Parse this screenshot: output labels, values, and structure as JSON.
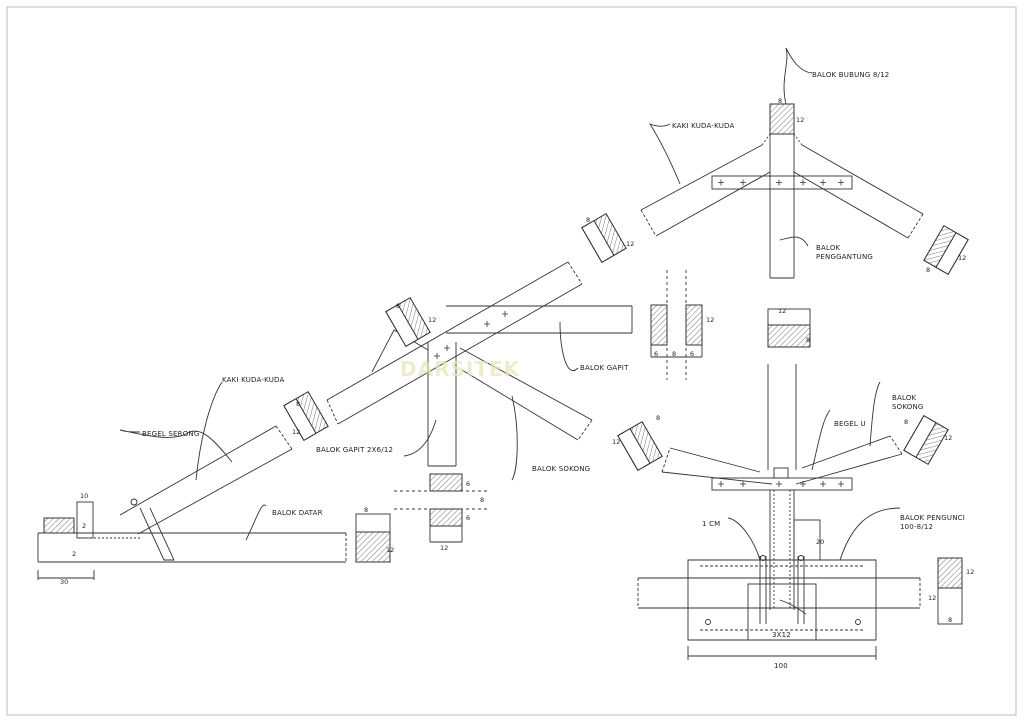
{
  "labels": {
    "balok_bubung": "BALOK BUBUNG 8/12",
    "kaki_kuda_top": "KAKI KUDA-KUDA",
    "balok_penggantung_1": "BALOK",
    "balok_penggantung_2": "PENGGANTUNG",
    "balok_gapit_mid": "BALOK GAPIT",
    "kaki_kuda_left": "KAKI KUDA-KUDA",
    "begel_serong": "BEGEL SERONG",
    "balok_gapit_2x": "BALOK GAPIT 2X6/12",
    "balok_sokong_mid": "BALOK SOKONG",
    "balok_datar": "BALOK DATAR",
    "begel_u": "BEGEL U",
    "balok_sokong_r1": "BALOK",
    "balok_sokong_r2": "SOKONG",
    "balok_pengunci_1": "BALOK PENGUNCI",
    "balok_pengunci_2": "100-8/12",
    "one_cm": "1 CM",
    "size_3x12": "3X12",
    "dim_100": "100"
  },
  "dimensions": {
    "d30": "30",
    "d10": "10",
    "d2a": "2",
    "d2b": "2",
    "d8_a": "8",
    "d12_a": "12",
    "d8_b": "8",
    "d12_b": "12",
    "d8_c": "8",
    "d12_c": "12",
    "d8_d": "8",
    "d12_d": "12",
    "d6_a": "6",
    "d8_e": "8",
    "d6_b": "6",
    "d12_e": "12",
    "d12_f": "12",
    "d8_f": "8",
    "d6_c": "6",
    "d6_d": "6",
    "d8_g": "8",
    "d12_g": "12",
    "d8_h": "8",
    "d12_h": "12",
    "d8_i": "8",
    "d12_i": "12",
    "d8_j": "8",
    "d12_j": "12",
    "d20": "20",
    "d12_k": "12",
    "d12_l": "12",
    "d8_k": "8",
    "d8_l": "8",
    "d12_m": "12"
  },
  "watermark": "DARSITEK",
  "colors": {
    "line": "#333333",
    "hatch": "#555555",
    "watermark": "#e9e3b8"
  }
}
